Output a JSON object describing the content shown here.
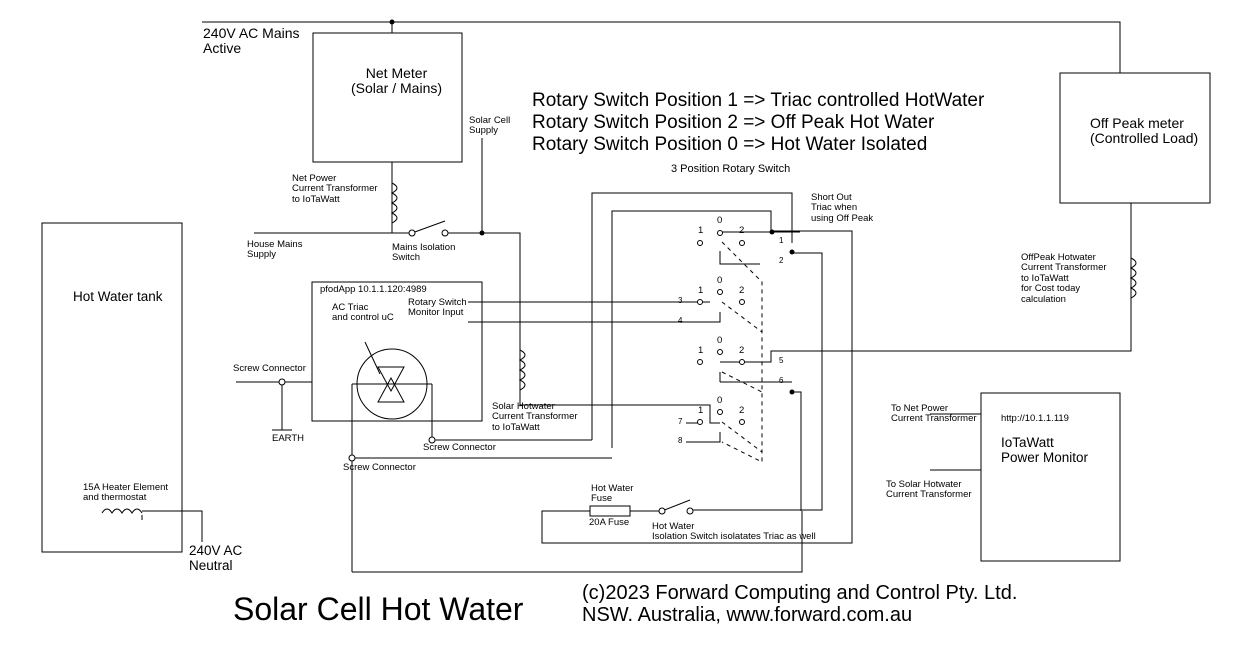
{
  "mains_active": [
    "240V AC Mains",
    "Active"
  ],
  "net_meter": [
    "Net Meter",
    "(Solar / Mains)"
  ],
  "off_peak_meter": [
    "Off Peak meter",
    "(Controlled Load)"
  ],
  "rotary_positions": [
    "Rotary Switch Position 1 => Triac controlled HotWater",
    "Rotary Switch Position 2 => Off Peak Hot Water",
    "Rotary Switch Position 0 => Hot Water Isolated"
  ],
  "rotary_switch_title": "3 Position Rotary Switch",
  "solar_cell_supply": [
    "Solar Cell",
    "Supply"
  ],
  "net_power_ct": [
    "Net Power",
    "Current Transformer",
    "to IoTaWatt"
  ],
  "house_mains_supply": [
    "House Mains",
    "Supply"
  ],
  "mains_isolation_switch": [
    "Mains Isolation",
    "Switch"
  ],
  "short_out": [
    "Short Out",
    "Triac when",
    "using Off Peak"
  ],
  "offpeak_ct": [
    "OffPeak Hotwater",
    "Current Transformer",
    "to IoTaWatt",
    "for Cost today",
    "calculation"
  ],
  "hot_water_tank": "Hot Water tank",
  "pfod": {
    "title": "pfodApp 10.1.1.120:4989",
    "triac": [
      "AC Triac",
      "and control uC"
    ],
    "monitor": [
      "Rotary Switch",
      "Monitor Input"
    ]
  },
  "screw_connector": "Screw Connector",
  "earth": "EARTH",
  "solar_hotwater_ct": [
    "Solar Hotwater",
    "Current Transformer",
    "to IoTaWatt"
  ],
  "heater": [
    "15A Heater Element",
    "and thermostat"
  ],
  "neutral": [
    "240V AC",
    "Neutral"
  ],
  "fuse": [
    "Hot Water",
    "Fuse"
  ],
  "fuse_rating": "20A Fuse",
  "hw_isolation": [
    "Hot Water",
    "Isolation Switch isolatates Triac as well"
  ],
  "iotawatt": {
    "url": "http://10.1.1.119",
    "name": [
      "IoTaWatt",
      "Power Monitor"
    ],
    "to_net": [
      "To Net Power",
      "Current Transformer"
    ],
    "to_solar": [
      "To Solar Hotwater",
      "Current Transformer"
    ]
  },
  "switch_pole_labels": [
    "1",
    "0",
    "2"
  ],
  "terminal_numbers": [
    "1",
    "2",
    "3",
    "4",
    "5",
    "6",
    "7",
    "8"
  ],
  "title": "Solar Cell Hot Water",
  "copyright": [
    "(c)2023 Forward Computing and Control Pty. Ltd.",
    "NSW. Australia, www.forward.com.au"
  ]
}
